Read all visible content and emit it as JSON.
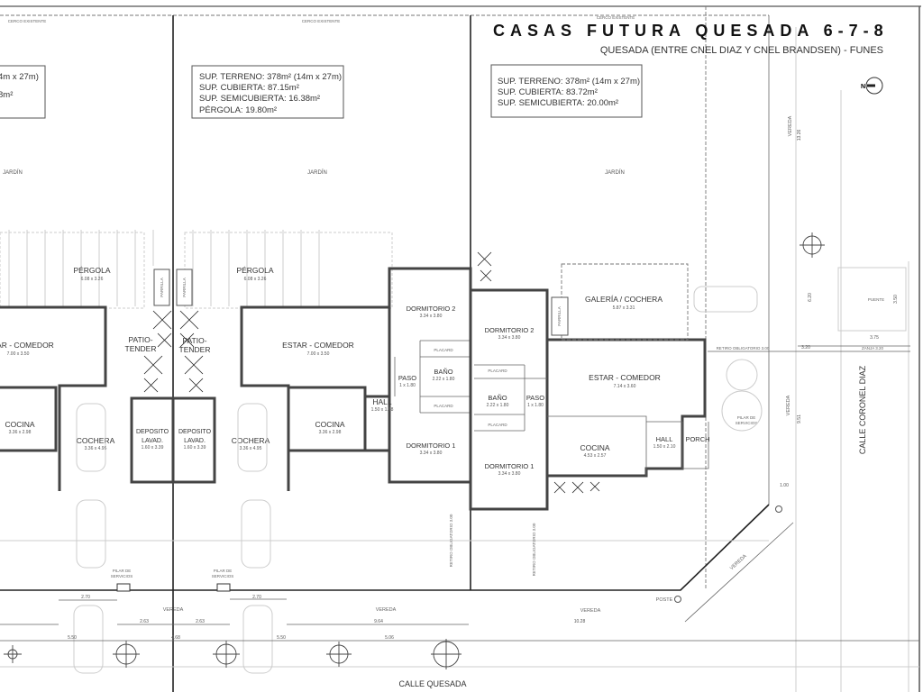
{
  "title": "CASAS FUTURA QUESADA 6-7-8",
  "subtitle": "QUESADA (ENTRE CNEL DIAZ Y CNEL BRANDSEN) - FUNES",
  "north_label": "N",
  "fence_label": "CERCO EXISTENTE",
  "garden_label": "JARDÍN",
  "lots": [
    {
      "lines": [
        "4m x 27m)",
        "8m²"
      ]
    },
    {
      "lines": [
        "SUP. TERRENO: 378m² (14m x 27m)",
        "SUP. CUBIERTA: 87.15m²",
        "SUP. SEMICUBIERTA: 16.38m²",
        "PÉRGOLA: 19.80m²"
      ]
    },
    {
      "lines": [
        "SUP. TERRENO: 378m² (14m x 27m)",
        "SUP. CUBIERTA: 83.72m²",
        "SUP. SEMICUBIERTA: 20.00m²"
      ]
    }
  ],
  "rooms": {
    "pergola": {
      "name": "PÉRGOLA",
      "dim": "6.08 x 3.26"
    },
    "parrilla": "PARRILLA",
    "estar_a": {
      "name": "ESTAR - COMEDOR",
      "dim": "7.00 x 3.50"
    },
    "estar_b": {
      "name": "ESTAR - COMEDOR",
      "dim": "7.00 x 3.50"
    },
    "estar_c": {
      "name": "ESTAR - COMEDOR",
      "dim": "7.14 x 3.60"
    },
    "patio": [
      "PATIO-",
      "TENDER"
    ],
    "cocina_ab": {
      "name": "COCINA",
      "dim": "3.36 x 2.98"
    },
    "cocina_c": {
      "name": "COCINA",
      "dim": "4.53 x 2.57"
    },
    "cochera": {
      "name": "COCHERA",
      "dim": "3.36 x 4.95"
    },
    "deposito": {
      "name": "DEPOSITO",
      "name2": "LAVAD.",
      "dim": "1.60 x 3.39"
    },
    "dorm2": {
      "name": "DORMITORIO 2",
      "dim": "3.34 x 3.80"
    },
    "dorm1": {
      "name": "DORMITORIO 1",
      "dim": "3.34 x 3.80"
    },
    "placard": "PLACARD",
    "bano": {
      "name": "BAÑO",
      "dim": "2.22 x 1.80"
    },
    "paso": {
      "name": "PASO",
      "dim": "1 x 1.80"
    },
    "hall_b": {
      "name": "HALL",
      "dim": "1.50 x 1.88"
    },
    "hall_c": {
      "name": "HALL",
      "dim": "1.50 x 2.10"
    },
    "porch": "PORCH",
    "galeria": {
      "name": "GALERÍA / COCHERA",
      "dim": "5.87 x 3.31"
    }
  },
  "site": {
    "pilar": [
      "PILAR DE",
      "SERVICIOS"
    ],
    "vereda": "VEREDA",
    "poste": "POSTE",
    "retiro": "RETIRO OBLIGATORIO 3.00",
    "retiro_v": "RETIRO OBLIGATORIO 3.00",
    "zanja": "ZANJA 3.20",
    "puente": "PUENTE",
    "calle_quesada": "CALLE QUESADA",
    "calle_diaz": "CALLE CORONEL DIAZ",
    "dims": {
      "d270": "2.70",
      "d263": "2.63",
      "d964": "9.64",
      "d550": "5.50",
      "d468": "4.68",
      "d506": "5.06",
      "d1028": "10.28",
      "d100": "1.00",
      "d320": "3.20",
      "d375": "3.75",
      "d350": "3.50",
      "d1326": "13.26",
      "d951": "9.51",
      "d620": "6.20"
    }
  }
}
